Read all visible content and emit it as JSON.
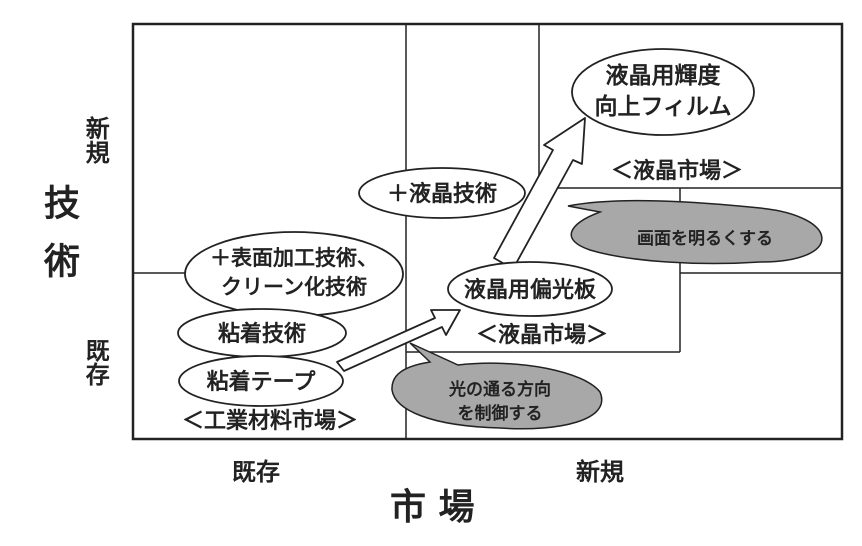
{
  "axes": {
    "vertical_title": "技術",
    "vertical_top": "新規",
    "vertical_bottom": "既存",
    "horizontal_title": "市 場",
    "horizontal_left": "既存",
    "horizontal_right": "新規"
  },
  "nodes": {
    "lcd_brightness_film": [
      "液晶用輝度",
      "向上フィルム"
    ],
    "lcd_tech": "＋液晶技術",
    "surface_tech": [
      "＋表面加工技術、",
      "クリーン化技術"
    ],
    "lcd_polarizer": "液晶用偏光板",
    "adhesive_tech": "粘着技術",
    "adhesive_tape": "粘着テープ"
  },
  "markets": {
    "lcd_market_upper": "＜液晶市場＞",
    "lcd_market_lower": "＜液晶市場＞",
    "industrial_market": "＜工業材料市場＞"
  },
  "callouts": {
    "brighten_screen": "画面を明るくする",
    "light_control": [
      "光の通る方向",
      "を制御する"
    ]
  },
  "colors": {
    "line": "#222222",
    "callout_fill": "#a8a8a8",
    "node_fill": "#ffffff"
  }
}
